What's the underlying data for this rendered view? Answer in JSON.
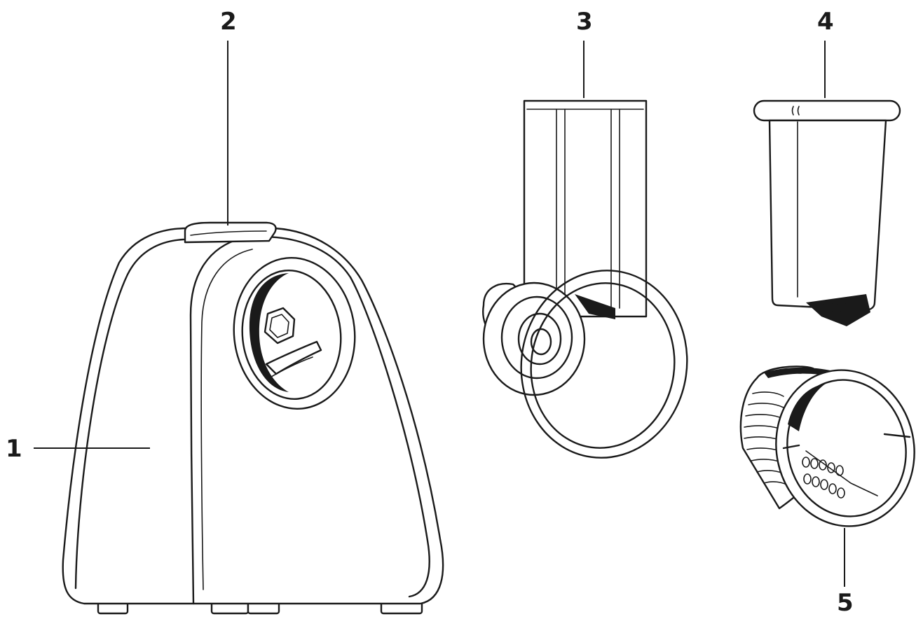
{
  "callouts": [
    {
      "id": "1",
      "label": "1"
    },
    {
      "id": "2",
      "label": "2"
    },
    {
      "id": "3",
      "label": "3"
    },
    {
      "id": "4",
      "label": "4"
    },
    {
      "id": "5",
      "label": "5"
    }
  ],
  "colors": {
    "ink": "#1a1a1a",
    "background": "#ffffff"
  }
}
